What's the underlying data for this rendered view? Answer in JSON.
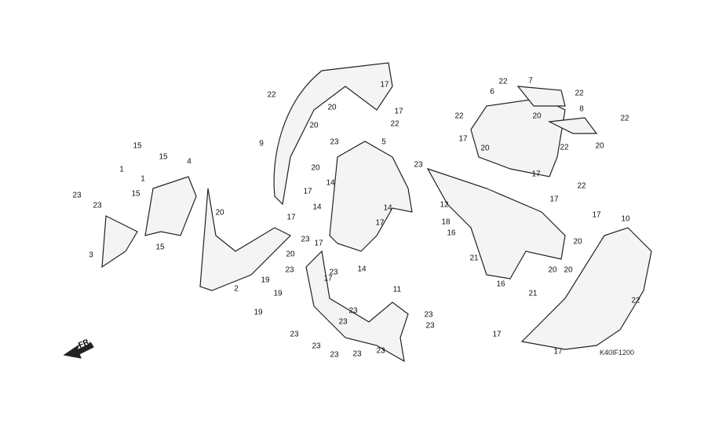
{
  "diagram_code": "K40IF1200",
  "direction_label": "FR.",
  "labels": [
    "22",
    "17",
    "17",
    "20",
    "22",
    "20",
    "9",
    "23",
    "5",
    "20",
    "17",
    "14",
    "23",
    "14",
    "17",
    "14",
    "17",
    "20",
    "23",
    "17",
    "17",
    "14",
    "23",
    "23",
    "19",
    "19",
    "19",
    "15",
    "1",
    "15",
    "4",
    "1",
    "15",
    "23",
    "23",
    "20",
    "15",
    "3",
    "2",
    "11",
    "23",
    "23",
    "23",
    "23",
    "23",
    "23",
    "23",
    "23",
    "23",
    "22",
    "7",
    "22",
    "6",
    "20",
    "8",
    "22",
    "22",
    "17",
    "20",
    "22",
    "20",
    "17",
    "22",
    "12",
    "17",
    "18",
    "16",
    "21",
    "16",
    "21",
    "20",
    "20",
    "10",
    "17",
    "20",
    "22",
    "17",
    "17"
  ]
}
